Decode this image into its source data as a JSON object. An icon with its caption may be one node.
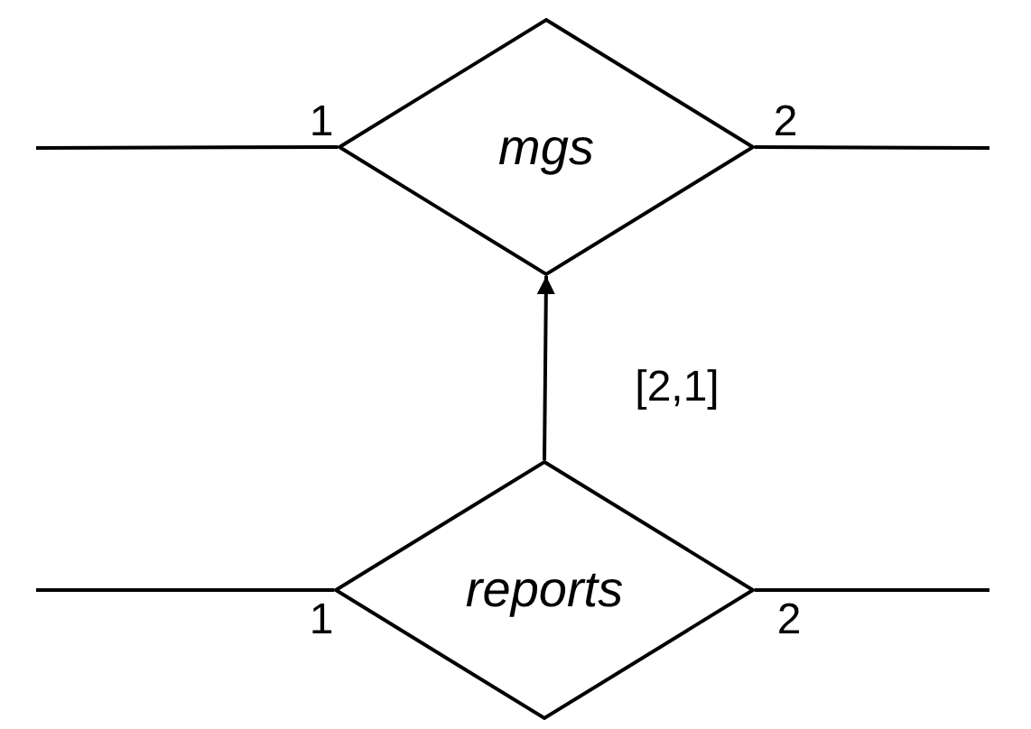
{
  "diagram": {
    "nodes": [
      {
        "text": [
          "mgs"
        ]
      },
      {
        "text": [
          "reports"
        ]
      }
    ],
    "edges": [
      {
        "from": null,
        "to": 0,
        "arrow": "none",
        "label": "1"
      },
      {
        "from": 0,
        "to": null,
        "arrow": "none",
        "label": "2"
      },
      {
        "from": 1,
        "to": 0,
        "arrow": "to",
        "label": "[2,1]"
      },
      {
        "from": null,
        "to": 1,
        "arrow": "none",
        "label": "1"
      },
      {
        "from": 1,
        "to": null,
        "arrow": "none",
        "label": "2"
      }
    ]
  }
}
